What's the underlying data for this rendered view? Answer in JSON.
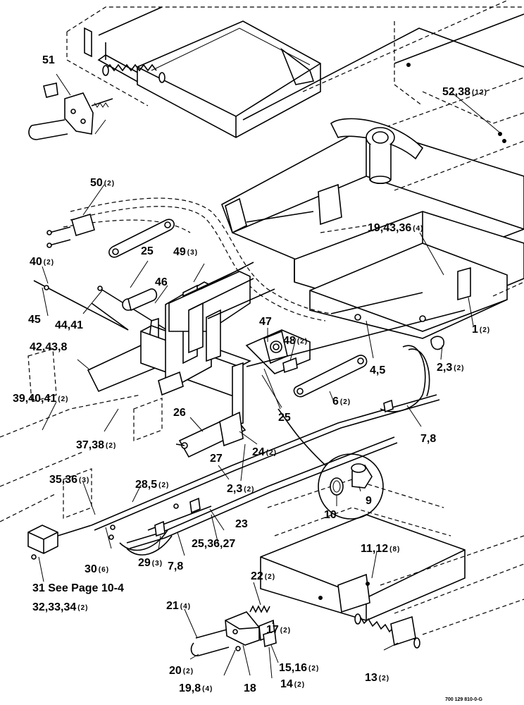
{
  "figure_code": "700 129 810-0-G",
  "callouts": [
    {
      "id": "c51",
      "label": "51",
      "qty": ""
    },
    {
      "id": "c52",
      "label": "52,38",
      "qty": "(12)"
    },
    {
      "id": "c50",
      "label": "50",
      "qty": "(2)"
    },
    {
      "id": "c19a",
      "label": "19,43,36",
      "qty": "(4)"
    },
    {
      "id": "c25a",
      "label": "25",
      "qty": ""
    },
    {
      "id": "c49",
      "label": "49",
      "qty": "(3)"
    },
    {
      "id": "c40",
      "label": "40",
      "qty": "(2)"
    },
    {
      "id": "c46",
      "label": "46",
      "qty": ""
    },
    {
      "id": "c45",
      "label": "45",
      "qty": ""
    },
    {
      "id": "c44",
      "label": "44,41",
      "qty": ""
    },
    {
      "id": "c47",
      "label": "47",
      "qty": ""
    },
    {
      "id": "c48",
      "label": "48",
      "qty": "(2)"
    },
    {
      "id": "c1",
      "label": "1",
      "qty": "(2)"
    },
    {
      "id": "c42",
      "label": "42,43,8",
      "qty": ""
    },
    {
      "id": "c45b",
      "label": "4,5",
      "qty": ""
    },
    {
      "id": "c23a",
      "label": "2,3",
      "qty": "(2)"
    },
    {
      "id": "c39",
      "label": "39,40,41",
      "qty": "(2)"
    },
    {
      "id": "c6",
      "label": "6",
      "qty": "(2)"
    },
    {
      "id": "c25b",
      "label": "25",
      "qty": ""
    },
    {
      "id": "c26",
      "label": "26",
      "qty": ""
    },
    {
      "id": "c37",
      "label": "37,38",
      "qty": "(2)"
    },
    {
      "id": "c24",
      "label": "24",
      "qty": "(2)"
    },
    {
      "id": "c78a",
      "label": "7,8",
      "qty": ""
    },
    {
      "id": "c27",
      "label": "27",
      "qty": ""
    },
    {
      "id": "c35",
      "label": "35,36",
      "qty": "(3)"
    },
    {
      "id": "c28",
      "label": "28,5",
      "qty": "(2)"
    },
    {
      "id": "c23b",
      "label": "2,3",
      "qty": "(2)"
    },
    {
      "id": "c9",
      "label": "9",
      "qty": ""
    },
    {
      "id": "c10",
      "label": "10",
      "qty": ""
    },
    {
      "id": "c23",
      "label": "23",
      "qty": ""
    },
    {
      "id": "c25c",
      "label": "25,36,27",
      "qty": ""
    },
    {
      "id": "c30",
      "label": "30",
      "qty": "(6)"
    },
    {
      "id": "c29",
      "label": "29",
      "qty": "(3)"
    },
    {
      "id": "c78b",
      "label": "7,8",
      "qty": ""
    },
    {
      "id": "c11",
      "label": "11,12",
      "qty": "(8)"
    },
    {
      "id": "c31",
      "label": "31 See Page 10-4",
      "qty": ""
    },
    {
      "id": "c22",
      "label": "22",
      "qty": "(2)"
    },
    {
      "id": "c32",
      "label": "32,33,34",
      "qty": "(2)"
    },
    {
      "id": "c21",
      "label": "21",
      "qty": "(4)"
    },
    {
      "id": "c17",
      "label": "17",
      "qty": "(2)"
    },
    {
      "id": "c20",
      "label": "20",
      "qty": "(2)"
    },
    {
      "id": "c15",
      "label": "15,16",
      "qty": "(2)"
    },
    {
      "id": "c19b",
      "label": "19,8",
      "qty": "(4)"
    },
    {
      "id": "c18",
      "label": "18",
      "qty": ""
    },
    {
      "id": "c14",
      "label": "14",
      "qty": "(2)"
    },
    {
      "id": "c13",
      "label": "13",
      "qty": "(2)"
    }
  ]
}
